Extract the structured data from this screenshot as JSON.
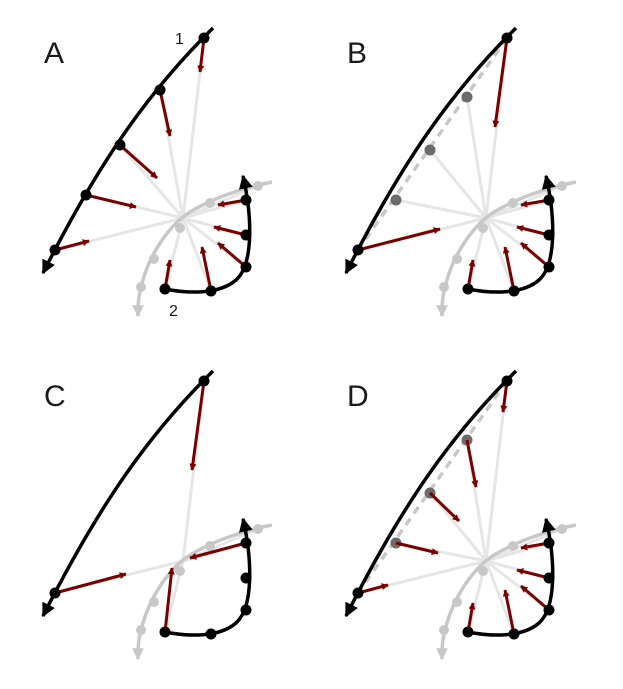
{
  "panels": [
    {
      "label": "A",
      "curve1_label": "1",
      "curve2_label": "2"
    },
    {
      "label": "B"
    },
    {
      "label": "C"
    },
    {
      "label": "D"
    }
  ],
  "colors": {
    "curve": "#000000",
    "faded": "#c8c8c8",
    "ray": "#e6e6e6",
    "arrow": "#7a0000",
    "ghost_point": "#6b6b6b"
  }
}
